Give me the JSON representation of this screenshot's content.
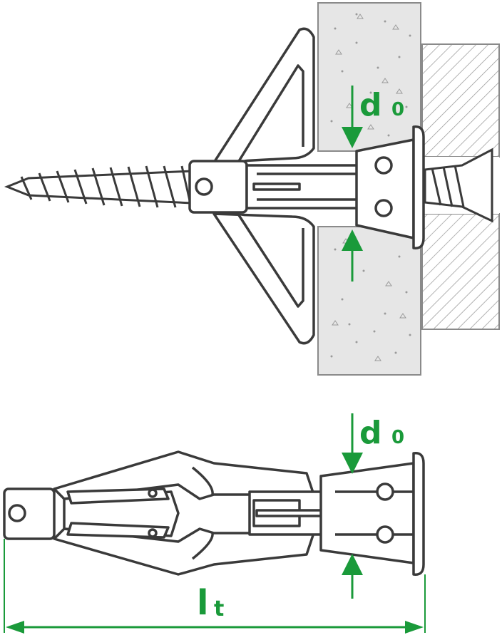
{
  "labels": {
    "d_main": "d",
    "d_sub": "0",
    "l_main": "l",
    "l_sub": "t"
  },
  "colors": {
    "dimension": "#1a9a3a",
    "outline": "#3a3a3a",
    "wall_fill": "#e6e6e6",
    "background": "#ffffff"
  }
}
